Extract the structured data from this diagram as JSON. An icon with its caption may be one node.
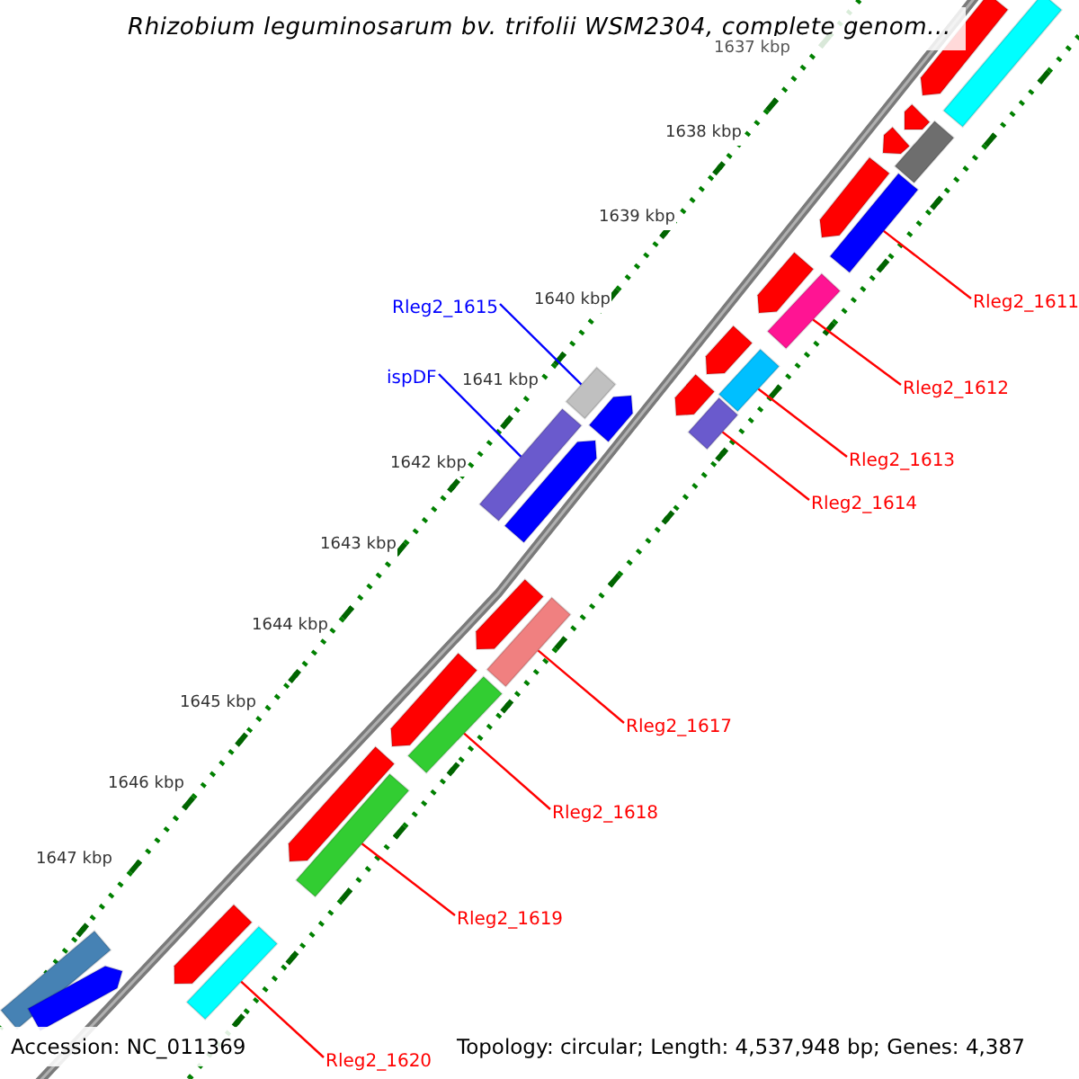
{
  "diagram": {
    "title": "Rhizobium leguminosarum bv. trifolii WSM2304, complete genom...",
    "nodes": [
      {
        "text": [
          "Rleg2_1611"
        ]
      },
      {
        "text": [],
        "shape": "bar"
      },
      {
        "text": [
          "Rleg2_1615"
        ]
      },
      {
        "text": [],
        "shape": "bar"
      },
      {
        "text": [
          "ispDF"
        ]
      },
      {
        "text": [],
        "shape": "bar"
      },
      {
        "text": [
          "Rleg2_1612"
        ]
      },
      {
        "text": [],
        "shape": "bar"
      },
      {
        "text": [
          "Rleg2_1613"
        ]
      },
      {
        "text": [],
        "shape": "bar"
      },
      {
        "text": [
          "Rleg2_1614"
        ]
      },
      {
        "text": [],
        "shape": "bar"
      },
      {
        "text": [
          "Rleg2_1617"
        ]
      },
      {
        "text": [],
        "shape": "bar"
      },
      {
        "text": [
          "Rleg2_1618"
        ]
      },
      {
        "text": [],
        "shape": "bar"
      },
      {
        "text": [
          "Rleg2_1619"
        ]
      },
      {
        "text": [],
        "shape": "bar"
      },
      {
        "text": [
          "Rleg2_1620"
        ]
      },
      {
        "text": [],
        "shape": "bar"
      },
      {
        "text": [],
        "shape": "bar"
      },
      {
        "text": [],
        "shape": "bar"
      },
      {
        "text": [],
        "shape": "bar"
      },
      {
        "text": [],
        "shape": "bar"
      },
      {
        "text": [],
        "shape": "bar"
      },
      {
        "text": [],
        "shape": "bar"
      },
      {
        "text": [],
        "shape": "bar"
      },
      {
        "text": [],
        "shape": "bar"
      },
      {
        "text": [],
        "shape": "bar"
      },
      {
        "text": [],
        "shape": "bar"
      },
      {
        "text": [],
        "shape": "bar"
      },
      {
        "text": [],
        "shape": "bar"
      },
      {
        "text": [],
        "shape": "bar"
      },
      {
        "text": [],
        "shape": "bar"
      },
      {
        "text": [],
        "shape": "bar"
      },
      {
        "text": [],
        "shape": "bar"
      },
      {
        "text": [],
        "shape": "bar"
      }
    ],
    "edges": [
      {
        "from": 0,
        "to": 1,
        "arrow": "none"
      },
      {
        "from": 2,
        "to": 3,
        "arrow": "none",
        "color": "#0000ff"
      },
      {
        "from": 4,
        "to": 5,
        "arrow": "none",
        "color": "#0000ff"
      },
      {
        "from": 6,
        "to": 7,
        "arrow": "none"
      },
      {
        "from": 8,
        "to": 9,
        "arrow": "none"
      },
      {
        "from": 10,
        "to": 11,
        "arrow": "none"
      },
      {
        "from": 12,
        "to": 13,
        "arrow": "none"
      },
      {
        "from": 14,
        "to": 15,
        "arrow": "none"
      },
      {
        "from": 16,
        "to": 17,
        "arrow": "none"
      },
      {
        "from": 18,
        "to": 19,
        "arrow": "none"
      }
    ],
    "labels": [
      "1637 kbp",
      "1638 kbp",
      "1639 kbp",
      "1640 kbp",
      "1641 kbp",
      "1642 kbp",
      "1643 kbp",
      "1644 kbp",
      "1645 kbp",
      "1646 kbp",
      "1647 kbp",
      "Accession: NC_011369",
      "Topology: circular; Length: 4,537,948 bp; Genes: 4,387"
    ]
  }
}
